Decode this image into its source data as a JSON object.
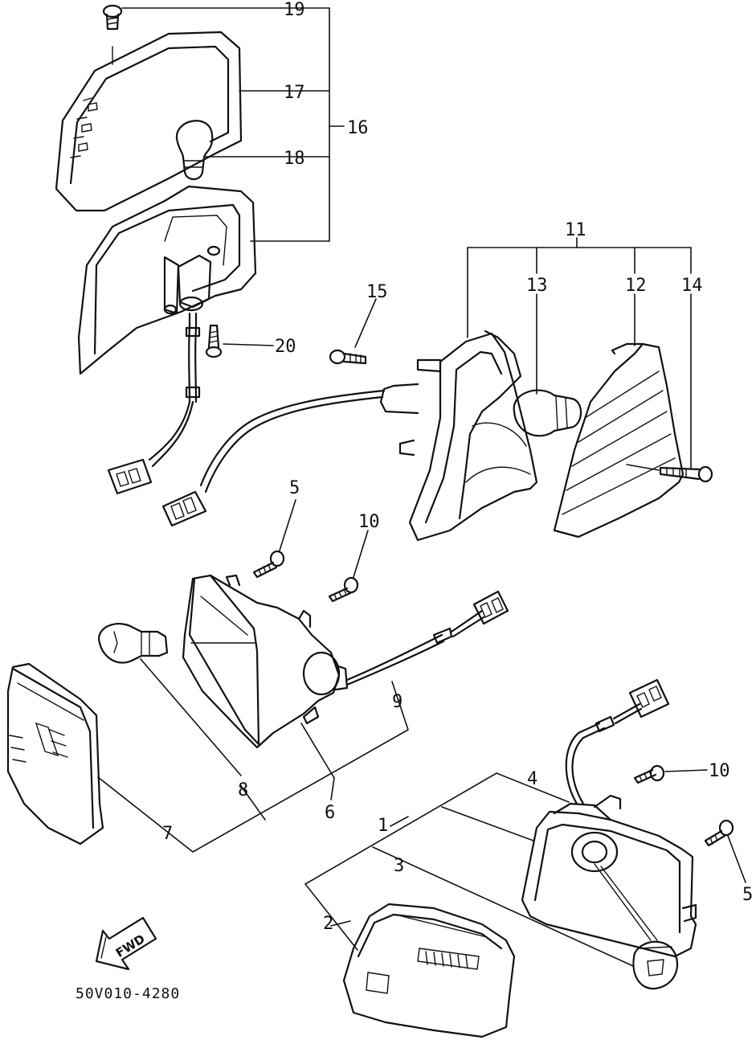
{
  "diagram": {
    "labels": {
      "l1": "1",
      "l2": "2",
      "l3": "3",
      "l4": "4",
      "l5a": "5",
      "l5b": "5",
      "l6": "6",
      "l7": "7",
      "l8": "8",
      "l9": "9",
      "l10a": "10",
      "l10b": "10",
      "l11": "11",
      "l12": "12",
      "l13": "13",
      "l14": "14",
      "l15": "15",
      "l16": "16",
      "l17": "17",
      "l18": "18",
      "l19": "19",
      "l20": "20"
    },
    "direction_marker": "FWD",
    "drawing_code": "50V010-4280"
  }
}
